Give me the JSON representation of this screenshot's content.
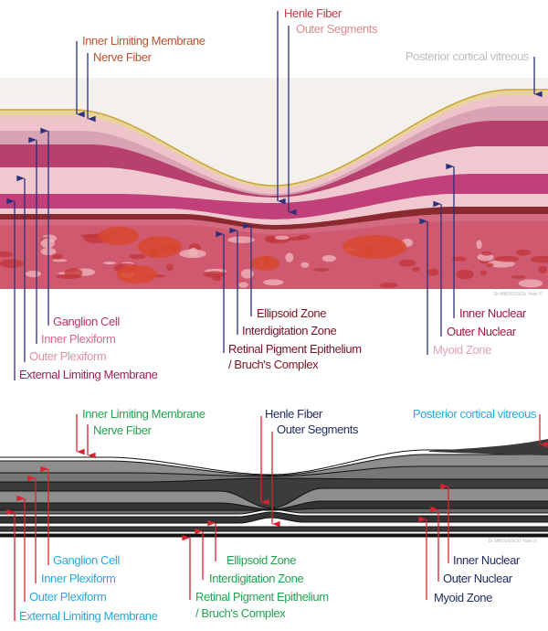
{
  "colors": {
    "top_arrow": "#2b2f7c",
    "bottom_arrow": "#d8232e",
    "ilm_top": "#b4532f",
    "henle_top": "#c23a4c",
    "outer_segments_top": "#d98a8f",
    "vitreous_top": "#bdbdbd",
    "ganglion_top": "#bf2f6a",
    "inner_plex_top": "#d9698a",
    "outer_plex_top": "#e4909c",
    "elm_top": "#9e1f5a",
    "ez_top": "#7a1222",
    "inner_nuclear_top": "#a3183f",
    "myoid_top": "#e2a2b4",
    "green": "#23a24f",
    "cyan": "#25a8e0",
    "navy": "#1c2b5c"
  },
  "histology": {
    "labels": {
      "inner_limiting_membrane": "Inner Limiting Membrane",
      "nerve_fiber": "Nerve Fiber",
      "henle_fiber": "Henle Fiber",
      "outer_segments": "Outer Segments",
      "posterior_cortical_vitreous": "Posterior cortical vitreous",
      "ganglion_cell": "Ganglion Cell",
      "inner_plexiform": "Inner Plexiform",
      "outer_plexiform": "Outer Plexiform",
      "external_limiting_membrane": "External Limiting Membrane",
      "ellipsoid_zone": "Ellipsoid Zone",
      "interdigitation_zone": "Interdigitation Zone",
      "rpe_line1": "Retinal Pigment Epithelium",
      "rpe_line2": "/ Bruch's Complex",
      "inner_nuclear": "Inner Nuclear",
      "outer_nuclear": "Outer Nuclear",
      "myoid_zone": "Myoid Zone"
    },
    "watermark": "Dr MBOUSSOU Yoan ©"
  },
  "oct_schematic": {
    "labels": {
      "inner_limiting_membrane": "Inner Limiting Membrane",
      "nerve_fiber": "Nerve Fiber",
      "henle_fiber": "Henle Fiber",
      "outer_segments": "Outer Segments",
      "posterior_cortical_vitreous": "Posterior cortical vitreous",
      "ganglion_cell": "Ganglion Cell",
      "inner_plexiform": "Inner Plexiform",
      "outer_plexiform": "Outer Plexiform",
      "external_limiting_membrane": "External Limiting Membrane",
      "ellipsoid_zone": "Ellipsoid Zone",
      "interdigitation_zone": "Interdigitation Zone",
      "rpe_line1": "Retinal Pigment Epithelium",
      "rpe_line2": "/ Bruch's Complex",
      "inner_nuclear": "Inner Nuclear",
      "outer_nuclear": "Outer Nuclear",
      "myoid_zone": "Myoid Zone"
    },
    "watermark": "Dr MBOUSSOU Yoan ©"
  }
}
